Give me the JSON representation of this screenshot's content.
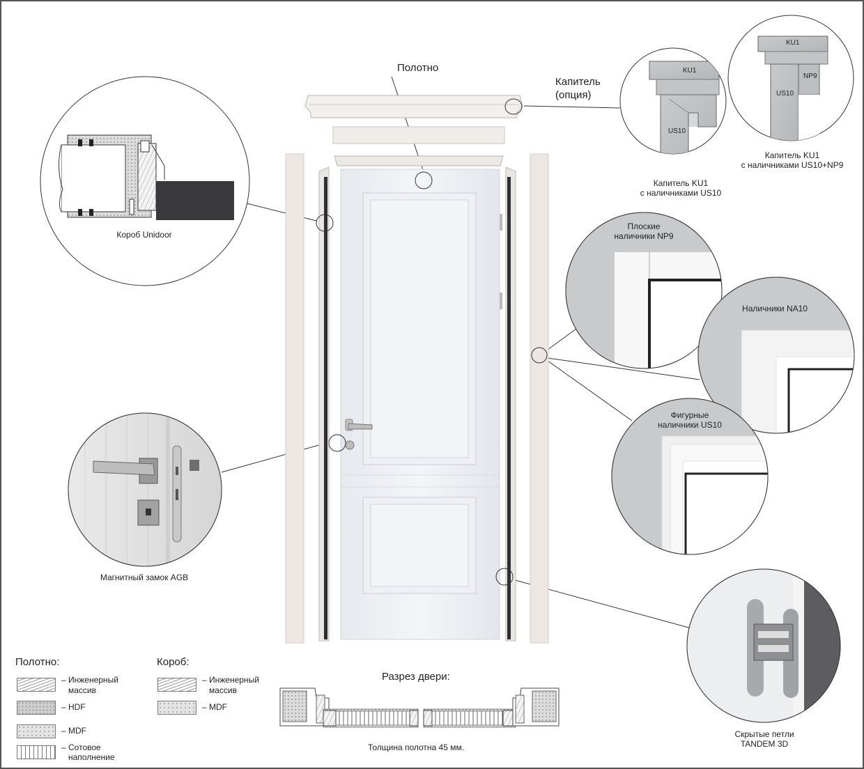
{
  "labels": {
    "polotno": "Полотно",
    "kapitel_line1": "Капитель",
    "kapitel_line2": "(опция)",
    "korob": "Короб Unidoor",
    "kapitel_us10_line1": "Капитель KU1",
    "kapitel_us10_line2": "с наличниками US10",
    "kapitel_np9_line1": "Капитель KU1",
    "kapitel_np9_line2": "с наличниками US10+NP9",
    "np9_line1": "Плоские",
    "np9_line2": "наличники NP9",
    "na10": "Наличники NA10",
    "us10_line1": "Фигурные",
    "us10_line2": "наличники US10",
    "lock": "Магнитный замок AGB",
    "hinges_line1": "Скрытые петли",
    "hinges_line2": "TANDEM  3D",
    "section_title": "Разрез двери:",
    "thickness": "Толщина полотна 45 мм."
  },
  "inset_codes": {
    "ku1_a": "KU1",
    "us10_a": "US10",
    "ku1_b": "KU1",
    "np9_b": "NP9",
    "us10_b": "US10"
  },
  "legend": {
    "polotno_title": "Полотно:",
    "polotno_items": [
      {
        "pattern": "wood",
        "line1": "– Инженерный",
        "line2": "массив"
      },
      {
        "pattern": "hdf",
        "line1": "– HDF",
        "line2": ""
      },
      {
        "pattern": "mdf",
        "line1": "– MDF",
        "line2": ""
      },
      {
        "pattern": "honeycomb",
        "line1": "– Сотовое",
        "line2": "наполнение"
      }
    ],
    "korob_title": "Короб:",
    "korob_items": [
      {
        "pattern": "wood",
        "line1": "– Инженерный",
        "line2": "массив"
      },
      {
        "pattern": "mdf",
        "line1": "– MDF",
        "line2": ""
      }
    ]
  },
  "colors": {
    "door": "#eef0f3",
    "frame": "#ece7e3",
    "line": "#333333",
    "dark_jamb": "#2f2f33"
  }
}
